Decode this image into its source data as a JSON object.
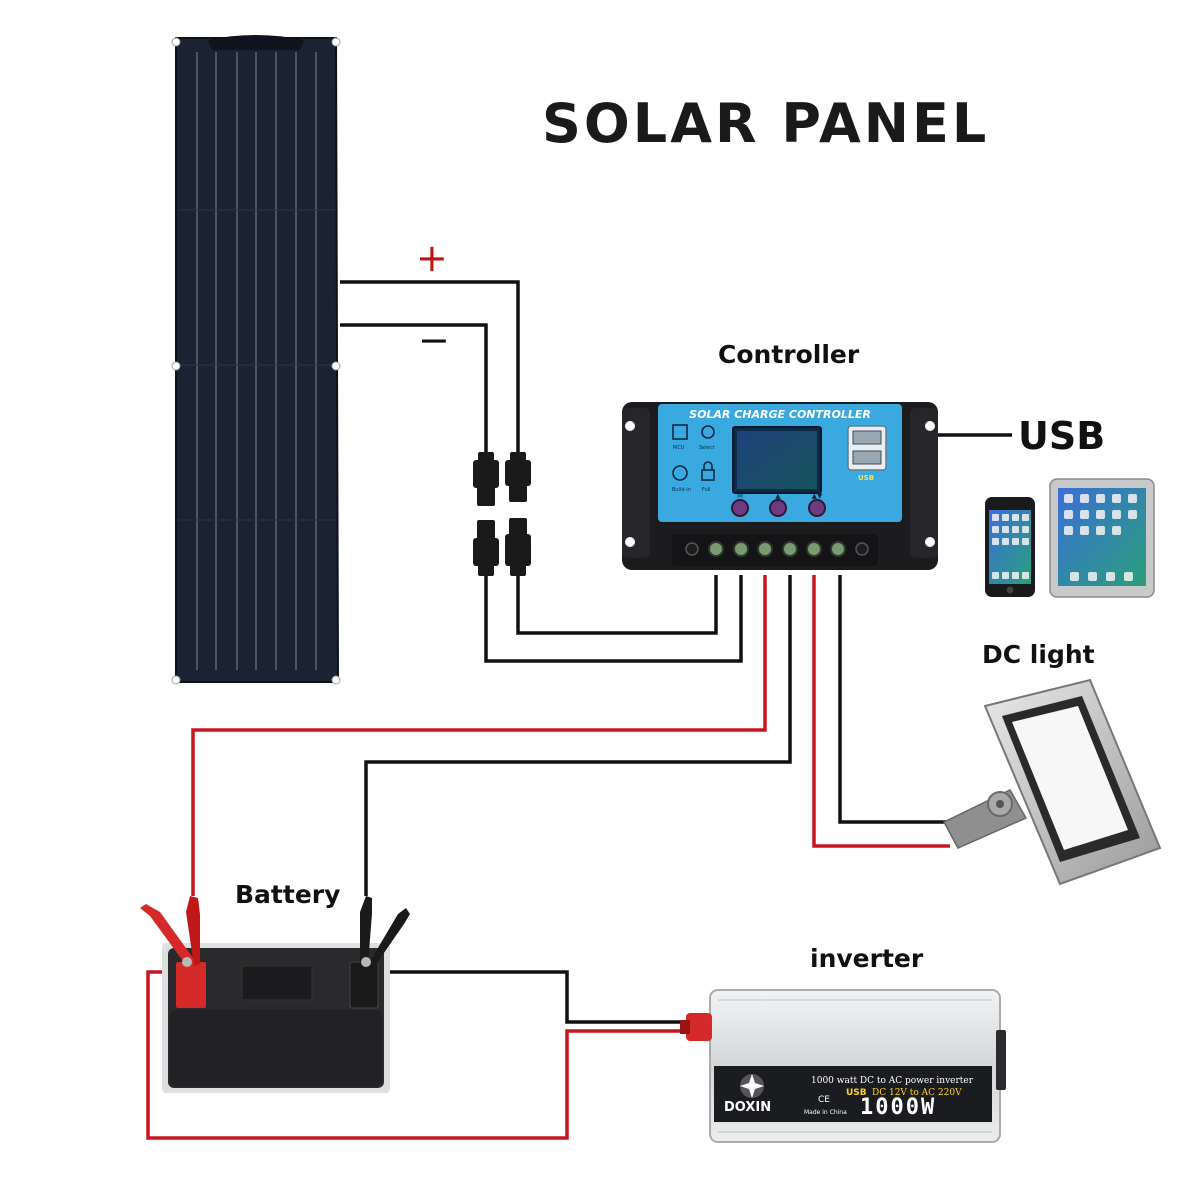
{
  "title": "SOLAR PANEL",
  "labels": {
    "controller": "Controller",
    "usb": "USB",
    "dc_light": "DC light",
    "battery": "Battery",
    "inverter": "inverter"
  },
  "polarity": {
    "positive": "+",
    "negative": "−"
  },
  "controller_device": {
    "header": "SOLAR CHARGE CONTROLLER",
    "button_labels": [
      "M",
      "▲",
      "▲▼"
    ]
  },
  "inverter_device": {
    "brand": "DOXIN",
    "description": "1000 watt DC to AC power inverter",
    "usb_text": "USB",
    "voltage_text": "DC 12V to AC 220V",
    "ce_mark": "CE",
    "made_in": "Made in China",
    "model": "1000W"
  },
  "colors": {
    "positive_wire": "#c8161d",
    "negative_wire": "#111111",
    "panel_cell": "#1b2333",
    "controller_face": "#3aa9e0",
    "inverter_body": "#d9dadc"
  },
  "icons": [
    "phone-icon",
    "tablet-icon"
  ]
}
